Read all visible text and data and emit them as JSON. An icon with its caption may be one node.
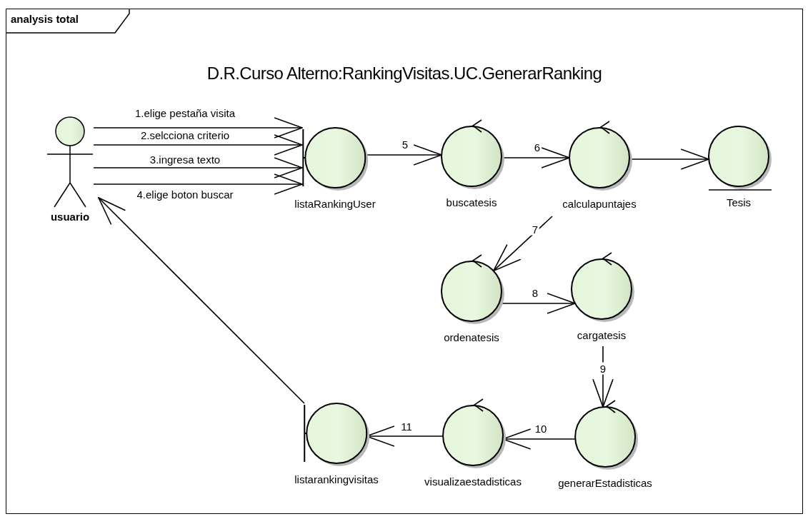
{
  "diagram": {
    "title": "D.R.Curso Alterno:RankingVisitas.UC.GenerarRanking",
    "nodes": [
      {
        "text": [
          "analysis total"
        ]
      },
      {
        "text": [
          "usuario"
        ],
        "in": 0
      },
      {
        "text": [
          "listaRankingUser"
        ],
        "in": 0
      },
      {
        "text": [
          "buscatesis"
        ],
        "in": 0
      },
      {
        "text": [
          "calculapuntajes"
        ],
        "in": 0
      },
      {
        "text": [
          "Tesis"
        ],
        "in": 0
      },
      {
        "text": [
          "ordenatesis"
        ],
        "in": 0
      },
      {
        "text": [
          "cargatesis"
        ],
        "in": 0
      },
      {
        "text": [
          "listarankingvisitas"
        ],
        "in": 0
      },
      {
        "text": [
          "visualizaestadisticas"
        ],
        "in": 0
      },
      {
        "text": [
          "generarEstadisticas"
        ],
        "in": 0
      }
    ],
    "edges": [
      {
        "from": 1,
        "to": 2,
        "arrow": "to",
        "label": "1.elige pestaña visita"
      },
      {
        "from": 1,
        "to": 2,
        "arrow": "to",
        "label": "2.selcciona criterio"
      },
      {
        "from": 1,
        "to": 2,
        "arrow": "to",
        "label": "3.ingresa texto"
      },
      {
        "from": 1,
        "to": 2,
        "arrow": "to",
        "label": "4.elige boton buscar"
      },
      {
        "from": 2,
        "to": 3,
        "arrow": "to",
        "label": "5"
      },
      {
        "from": 3,
        "to": 4,
        "arrow": "to",
        "label": "6"
      },
      {
        "from": 4,
        "to": 5,
        "arrow": "to"
      },
      {
        "from": 4,
        "to": 6,
        "arrow": "to",
        "label": "7"
      },
      {
        "from": 6,
        "to": 7,
        "arrow": "to",
        "label": "8"
      },
      {
        "from": 7,
        "to": 10,
        "arrow": "to",
        "label": "9"
      },
      {
        "from": 10,
        "to": 9,
        "arrow": "to",
        "label": "10"
      },
      {
        "from": 9,
        "to": 8,
        "arrow": "to",
        "label": "11"
      },
      {
        "from": 8,
        "to": 1,
        "arrow": "to"
      }
    ]
  }
}
